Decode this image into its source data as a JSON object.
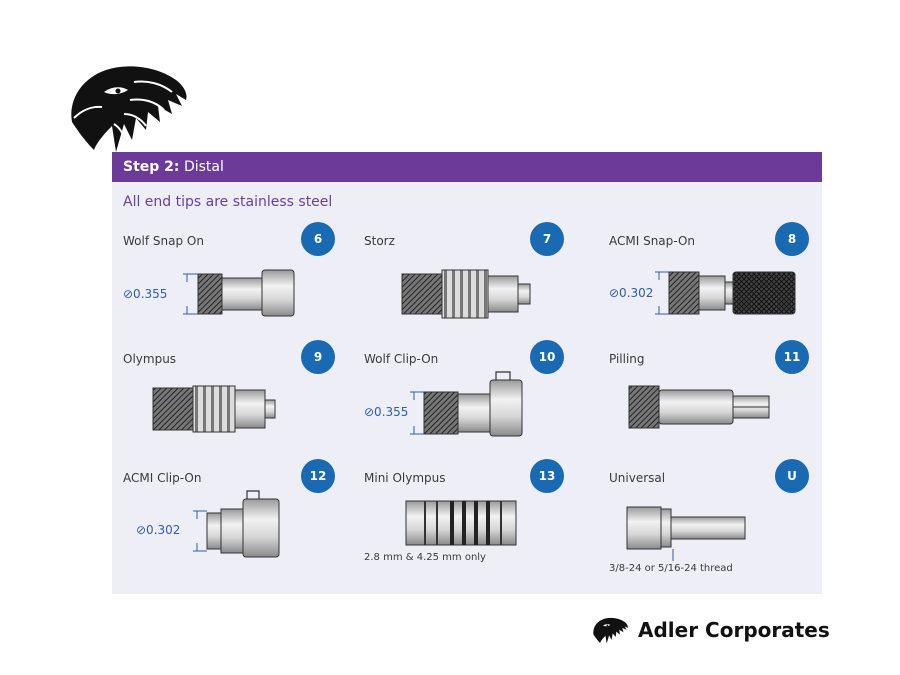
{
  "panel": {
    "header_step": "Step 2:",
    "header_title": "Distal",
    "subtitle": "All end tips are stainless steel"
  },
  "tips": [
    {
      "name": "Wolf Snap On",
      "badge": "6",
      "diameter": "⊘0.355",
      "note": ""
    },
    {
      "name": "Storz",
      "badge": "7",
      "diameter": "",
      "note": ""
    },
    {
      "name": "ACMI Snap-On",
      "badge": "8",
      "diameter": "⊘0.302",
      "note": ""
    },
    {
      "name": "Olympus",
      "badge": "9",
      "diameter": "",
      "note": ""
    },
    {
      "name": "Wolf Clip-On",
      "badge": "10",
      "diameter": "⊘0.355",
      "note": ""
    },
    {
      "name": "Pilling",
      "badge": "11",
      "diameter": "",
      "note": ""
    },
    {
      "name": "ACMI Clip-On",
      "badge": "12",
      "diameter": "⊘0.302",
      "note": ""
    },
    {
      "name": "Mini Olympus",
      "badge": "13",
      "diameter": "",
      "note": "2.8 mm & 4.25 mm only"
    },
    {
      "name": "Universal",
      "badge": "U",
      "diameter": "",
      "note": "3/8-24 or 5/16-24 thread"
    }
  ],
  "brand": {
    "name": "Adler Corporates",
    "icon": "eagle-head-icon"
  },
  "colors": {
    "header": "#6c3b99",
    "badge": "#1a69b3",
    "panel": "#eeeef7",
    "dimension": "#2f5fa8"
  }
}
